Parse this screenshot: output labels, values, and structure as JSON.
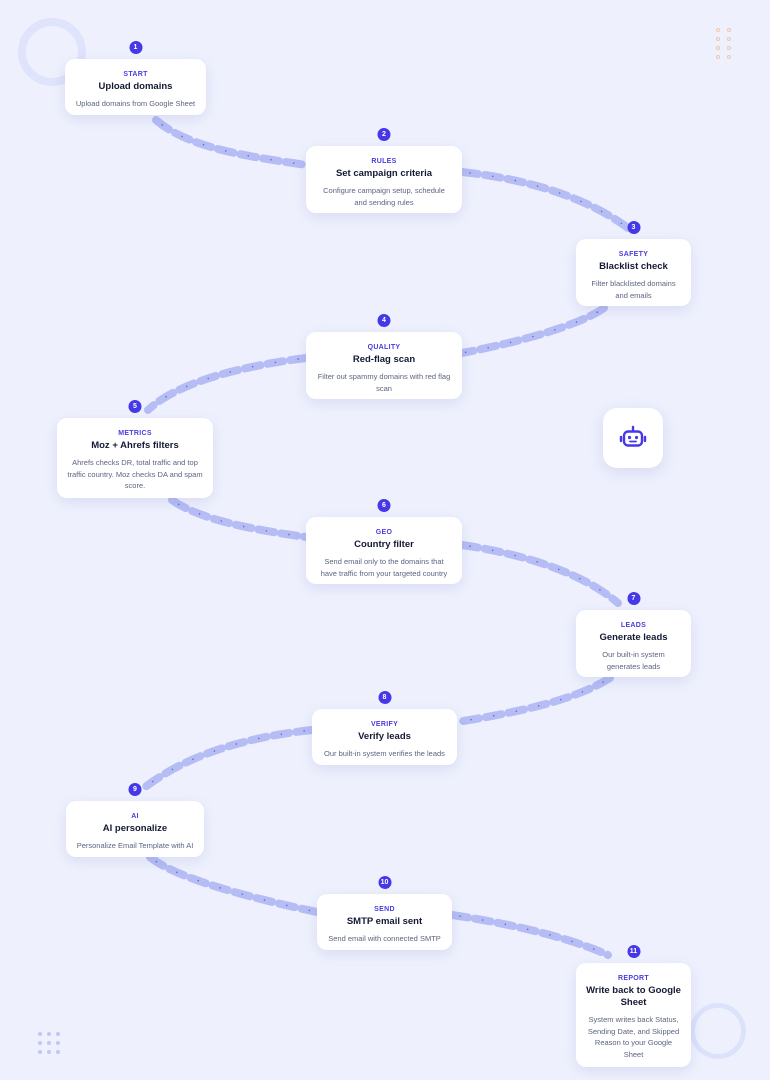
{
  "colors": {
    "accent": "#4638e6",
    "path": "#b6bdf5",
    "background": "#eef1fd"
  },
  "steps": [
    {
      "number": "1",
      "tag": "START",
      "title": "Upload domains",
      "desc": "Upload domains from Google Sheet"
    },
    {
      "number": "2",
      "tag": "RULES",
      "title": "Set campaign criteria",
      "desc": "Configure campaign setup, schedule and sending rules"
    },
    {
      "number": "3",
      "tag": "SAFETY",
      "title": "Blacklist check",
      "desc": "Filter blacklisted domains and emails"
    },
    {
      "number": "4",
      "tag": "QUALITY",
      "title": "Red-flag scan",
      "desc": "Filter out spammy domains with red flag scan"
    },
    {
      "number": "5",
      "tag": "METRICS",
      "title": "Moz + Ahrefs filters",
      "desc": "Ahrefs checks DR, total traffic and top traffic country. Moz checks DA and spam score."
    },
    {
      "number": "6",
      "tag": "GEO",
      "title": "Country filter",
      "desc": "Send email only to the domains that have traffic from your targeted country"
    },
    {
      "number": "7",
      "tag": "LEADS",
      "title": "Generate leads",
      "desc": "Our built-in system generates leads"
    },
    {
      "number": "8",
      "tag": "VERIFY",
      "title": "Verify leads",
      "desc": "Our built-in system verifies the leads"
    },
    {
      "number": "9",
      "tag": "AI",
      "title": "AI personalize",
      "desc": "Personalize Email Template with AI"
    },
    {
      "number": "10",
      "tag": "SEND",
      "title": "SMTP email sent",
      "desc": "Send email with connected SMTP"
    },
    {
      "number": "11",
      "tag": "REPORT",
      "title": "Write back to Google Sheet",
      "desc": "System writes back Status, Sending Date, and Skipped Reason to your Google Sheet"
    }
  ],
  "icons": {
    "assistant": "robot-icon"
  }
}
